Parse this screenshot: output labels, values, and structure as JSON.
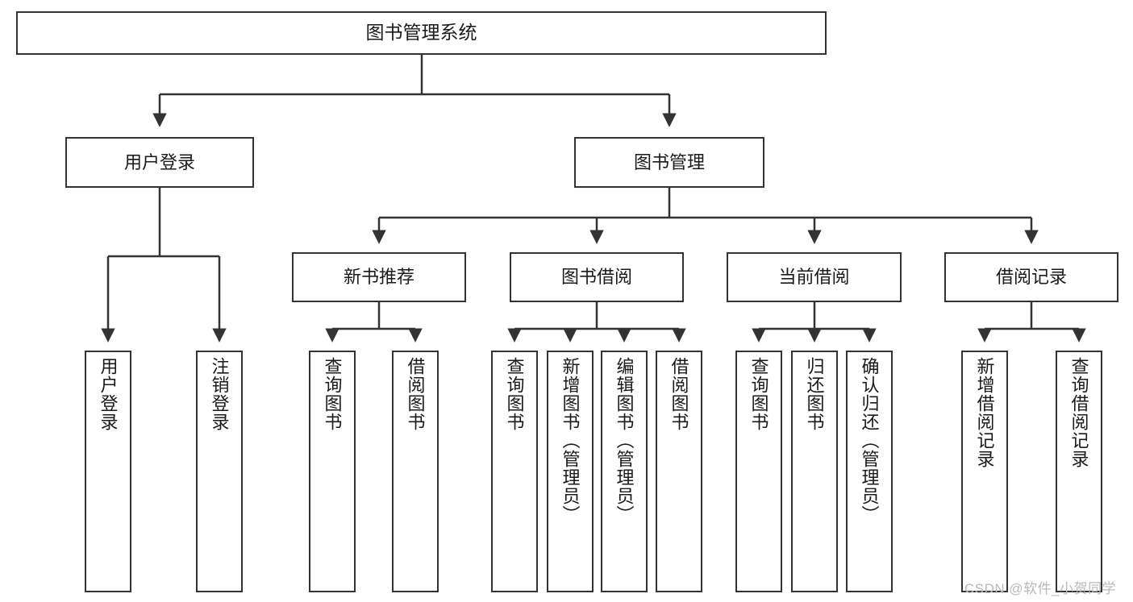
{
  "diagram": {
    "type": "tree",
    "title": "图书管理系统",
    "orientation": "top-down",
    "edge_color": "#333333",
    "node_border_color": "#333333",
    "node_fill_color": "#ffffff",
    "background_color": "#ffffff"
  },
  "nodes": {
    "root": {
      "label": "图书管理系统"
    },
    "level2": [
      {
        "label": "用户登录"
      },
      {
        "label": "图书管理"
      }
    ],
    "level3": [
      {
        "label": "新书推荐"
      },
      {
        "label": "图书借阅"
      },
      {
        "label": "当前借阅"
      },
      {
        "label": "借阅记录"
      }
    ],
    "leaves": {
      "user_login": [
        {
          "label": "用户登录"
        },
        {
          "label": "注销登录"
        }
      ],
      "new_book_recommend": [
        {
          "label": "查询图书"
        },
        {
          "label": "借阅图书"
        }
      ],
      "book_borrow": [
        {
          "label": "查询图书"
        },
        {
          "label": "新增图书（管理员）"
        },
        {
          "label": "编辑图书（管理员）"
        },
        {
          "label": "借阅图书"
        }
      ],
      "current_borrow": [
        {
          "label": "查询图书"
        },
        {
          "label": "归还图书"
        },
        {
          "label": "确认归还（管理员）"
        }
      ],
      "borrow_record": [
        {
          "label": "新增借阅记录"
        },
        {
          "label": "查询借阅记录"
        }
      ]
    }
  },
  "watermark": {
    "text": "CSDN @软件_小贺同学"
  }
}
